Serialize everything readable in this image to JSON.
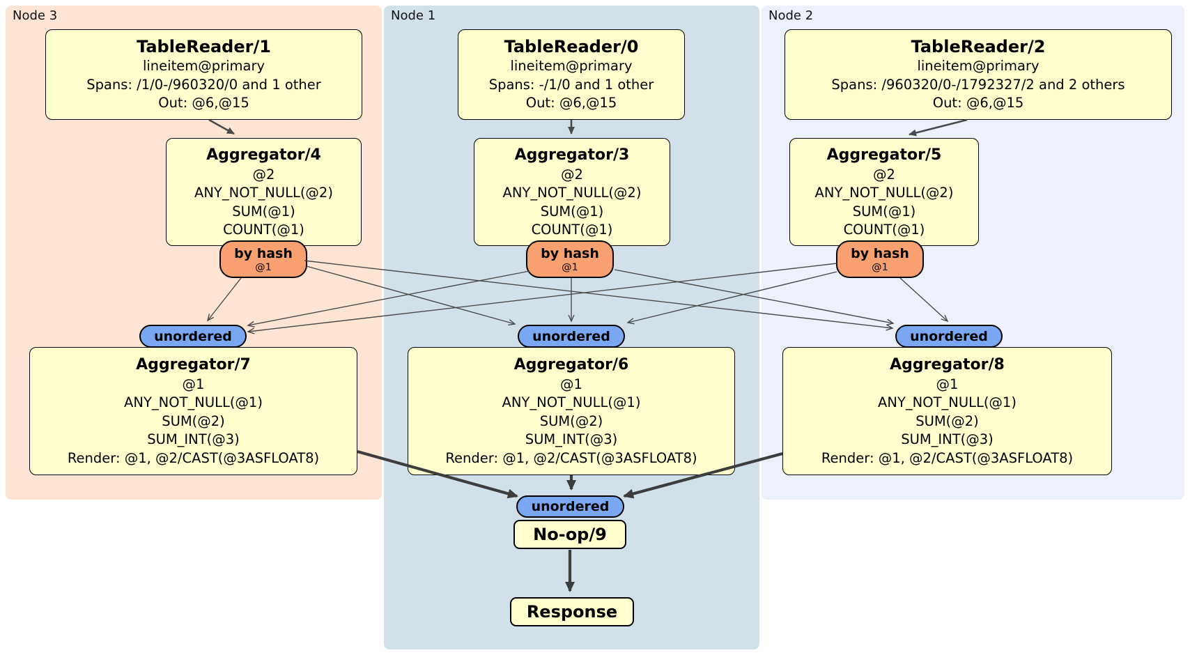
{
  "colors": {
    "node3_bg": "#fde4d4",
    "node1_bg": "#d2e0ea",
    "node2_bg": "#ecf1fb",
    "box_fill": "#ffffcd",
    "router_fill": "#f9a070",
    "sync_fill": "#7aa7f2",
    "edge": "#4a4a4a",
    "border": "#000000"
  },
  "plan": {
    "node3": {
      "label": "Node 3",
      "table_reader": {
        "title": "TableReader/1",
        "lines": [
          "lineitem@primary",
          "Spans: /1/0-/960320/0 and 1 other",
          "Out: @6,@15"
        ]
      },
      "aggregator_stage1": {
        "title": "Aggregator/4",
        "lines": [
          "@2",
          "ANY_NOT_NULL(@2)",
          "SUM(@1)",
          "COUNT(@1)"
        ]
      },
      "router": {
        "label": "by hash",
        "detail": "@1"
      },
      "sync": {
        "label": "unordered"
      },
      "aggregator_stage2": {
        "title": "Aggregator/7",
        "lines": [
          "@1",
          "ANY_NOT_NULL(@1)",
          "SUM(@2)",
          "SUM_INT(@3)",
          "Render: @1, @2/CAST(@3ASFLOAT8)"
        ]
      }
    },
    "node1": {
      "label": "Node 1",
      "table_reader": {
        "title": "TableReader/0",
        "lines": [
          "lineitem@primary",
          "Spans: -/1/0 and 1 other",
          "Out: @6,@15"
        ]
      },
      "aggregator_stage1": {
        "title": "Aggregator/3",
        "lines": [
          "@2",
          "ANY_NOT_NULL(@2)",
          "SUM(@1)",
          "COUNT(@1)"
        ]
      },
      "router": {
        "label": "by hash",
        "detail": "@1"
      },
      "sync": {
        "label": "unordered"
      },
      "aggregator_stage2": {
        "title": "Aggregator/6",
        "lines": [
          "@1",
          "ANY_NOT_NULL(@1)",
          "SUM(@2)",
          "SUM_INT(@3)",
          "Render: @1, @2/CAST(@3ASFLOAT8)"
        ]
      }
    },
    "node2": {
      "label": "Node 2",
      "table_reader": {
        "title": "TableReader/2",
        "lines": [
          "lineitem@primary",
          "Spans: /960320/0-/1792327/2 and 2 others",
          "Out: @6,@15"
        ]
      },
      "aggregator_stage1": {
        "title": "Aggregator/5",
        "lines": [
          "@2",
          "ANY_NOT_NULL(@2)",
          "SUM(@1)",
          "COUNT(@1)"
        ]
      },
      "router": {
        "label": "by hash",
        "detail": "@1"
      },
      "sync": {
        "label": "unordered"
      },
      "aggregator_stage2": {
        "title": "Aggregator/8",
        "lines": [
          "@1",
          "ANY_NOT_NULL(@1)",
          "SUM(@2)",
          "SUM_INT(@3)",
          "Render: @1, @2/CAST(@3ASFLOAT8)"
        ]
      }
    },
    "final": {
      "sync": {
        "label": "unordered"
      },
      "noop": {
        "title": "No-op/9"
      },
      "response": {
        "title": "Response"
      }
    }
  }
}
